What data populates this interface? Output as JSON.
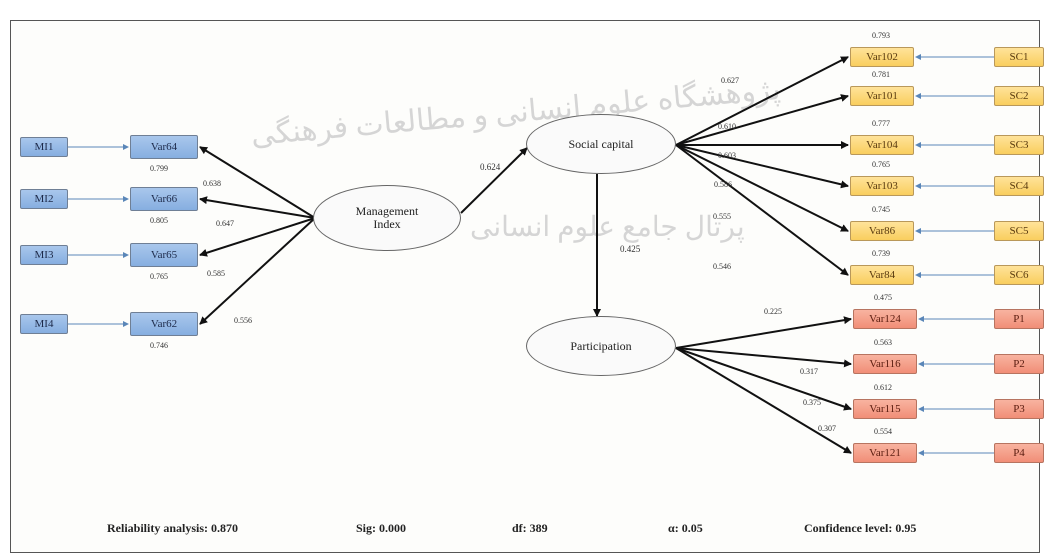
{
  "constructs": {
    "management": [
      "Management",
      "Index"
    ],
    "social": "Social capital",
    "participation": "Participation"
  },
  "left_sources": [
    "MI1",
    "MI2",
    "MI3",
    "MI4"
  ],
  "left_items": [
    "Var64",
    "Var66",
    "Var65",
    "Var62"
  ],
  "left_top_values": [
    "0.799",
    "0.805",
    "0.765",
    "0.746"
  ],
  "left_loadings": [
    "0.638",
    "0.647",
    "0.585",
    "0.556"
  ],
  "path_values": {
    "management_to_social": "0.624",
    "social_to_participation": "0.425"
  },
  "social_items": [
    "Var102",
    "Var101",
    "Var104",
    "Var103",
    "Var86",
    "Var84"
  ],
  "social_top_values": [
    "0.793",
    "0.781",
    "0.777",
    "0.765",
    "0.745",
    "0.739"
  ],
  "social_loadings": [
    "0.627",
    "0.610",
    "0.603",
    "0.586",
    "0.555",
    "0.546"
  ],
  "social_sources": [
    "SC1",
    "SC2",
    "SC3",
    "SC4",
    "SC5",
    "SC6"
  ],
  "participation_items": [
    "Var124",
    "Var116",
    "Var115",
    "Var121"
  ],
  "participation_top_values": [
    "0.475",
    "0.563",
    "0.612",
    "0.554"
  ],
  "participation_loadings": [
    "0.225",
    "0.317",
    "0.375",
    "0.307"
  ],
  "participation_sources": [
    "P1",
    "P2",
    "P3",
    "P4"
  ],
  "footer": {
    "reliability": "Reliability analysis: 0.870",
    "sig": "Sig: 0.000",
    "df": "df: 389",
    "alpha": "α: 0.05",
    "confidence": "Confidence level: 0.95"
  },
  "watermark": [
    "پژوهشگاه علوم انسانی و مطالعات فرهنگی",
    "پرتال جامع علوم انسانی"
  ],
  "colors": {
    "blue": "#9dbde8",
    "yellow": "#fbd56f",
    "red": "#f4a08a",
    "arrow": "#111111",
    "thin_arrow": "#7aa0c8"
  }
}
